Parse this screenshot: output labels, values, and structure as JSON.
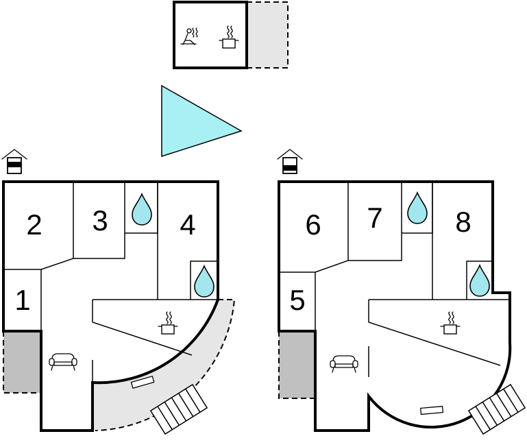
{
  "colors": {
    "wall": "#000000",
    "terrace": "#e6e6e6",
    "storage": "#c0c0c0",
    "water": "#a4e6ee",
    "compass": "#a8f0f4",
    "background": "#ffffff"
  },
  "floors": [
    {
      "rooms": [
        {
          "number": "1"
        },
        {
          "number": "2"
        },
        {
          "number": "3"
        },
        {
          "number": "4"
        }
      ]
    },
    {
      "rooms": [
        {
          "number": "5"
        },
        {
          "number": "6"
        },
        {
          "number": "7"
        },
        {
          "number": "8"
        }
      ]
    }
  ],
  "icons": [
    "house-level-icon",
    "bathroom-drop-icon",
    "kitchen-pot-icon",
    "sofa-icon",
    "sauna-icon",
    "stairs-icon",
    "north-arrow-icon"
  ]
}
